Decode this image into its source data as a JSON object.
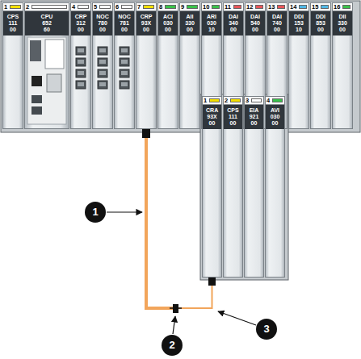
{
  "diagram": {
    "nodes": [
      {
        "text": [
          "1",
          "CPS 111 00"
        ]
      },
      {
        "text": [
          "2",
          "CPU 652 60"
        ]
      },
      {
        "text": [
          "4",
          "CRP 312 00"
        ]
      },
      {
        "text": [
          "5",
          "NOC 780 00"
        ]
      },
      {
        "text": [
          "6",
          "NOC 781 00"
        ]
      },
      {
        "text": [
          "7",
          "CRP 93X 00"
        ]
      },
      {
        "text": [
          "8",
          "ACI 030 00"
        ]
      },
      {
        "text": [
          "9",
          "AII 330 00"
        ]
      },
      {
        "text": [
          "10",
          "ARI 030 10"
        ]
      },
      {
        "text": [
          "11",
          "DAI 340 00"
        ]
      },
      {
        "text": [
          "12",
          "DAI 540 00"
        ]
      },
      {
        "text": [
          "13",
          "DAI 740 00"
        ]
      },
      {
        "text": [
          "14",
          "DDI 153 10"
        ]
      },
      {
        "text": [
          "15",
          "DDI 853 00"
        ]
      },
      {
        "text": [
          "16",
          "DII 330 00"
        ]
      },
      {
        "text": [
          "1",
          "CRA 93X 00"
        ]
      },
      {
        "text": [
          "2",
          "CPS 111 00"
        ]
      },
      {
        "text": [
          "3",
          "EIA 921 00"
        ]
      },
      {
        "text": [
          "4",
          "AVI 030 00"
        ]
      }
    ],
    "edges": [
      {
        "from": 5,
        "to": 15,
        "arrow": "none"
      }
    ],
    "labels": [
      "1",
      "2",
      "3"
    ]
  }
}
